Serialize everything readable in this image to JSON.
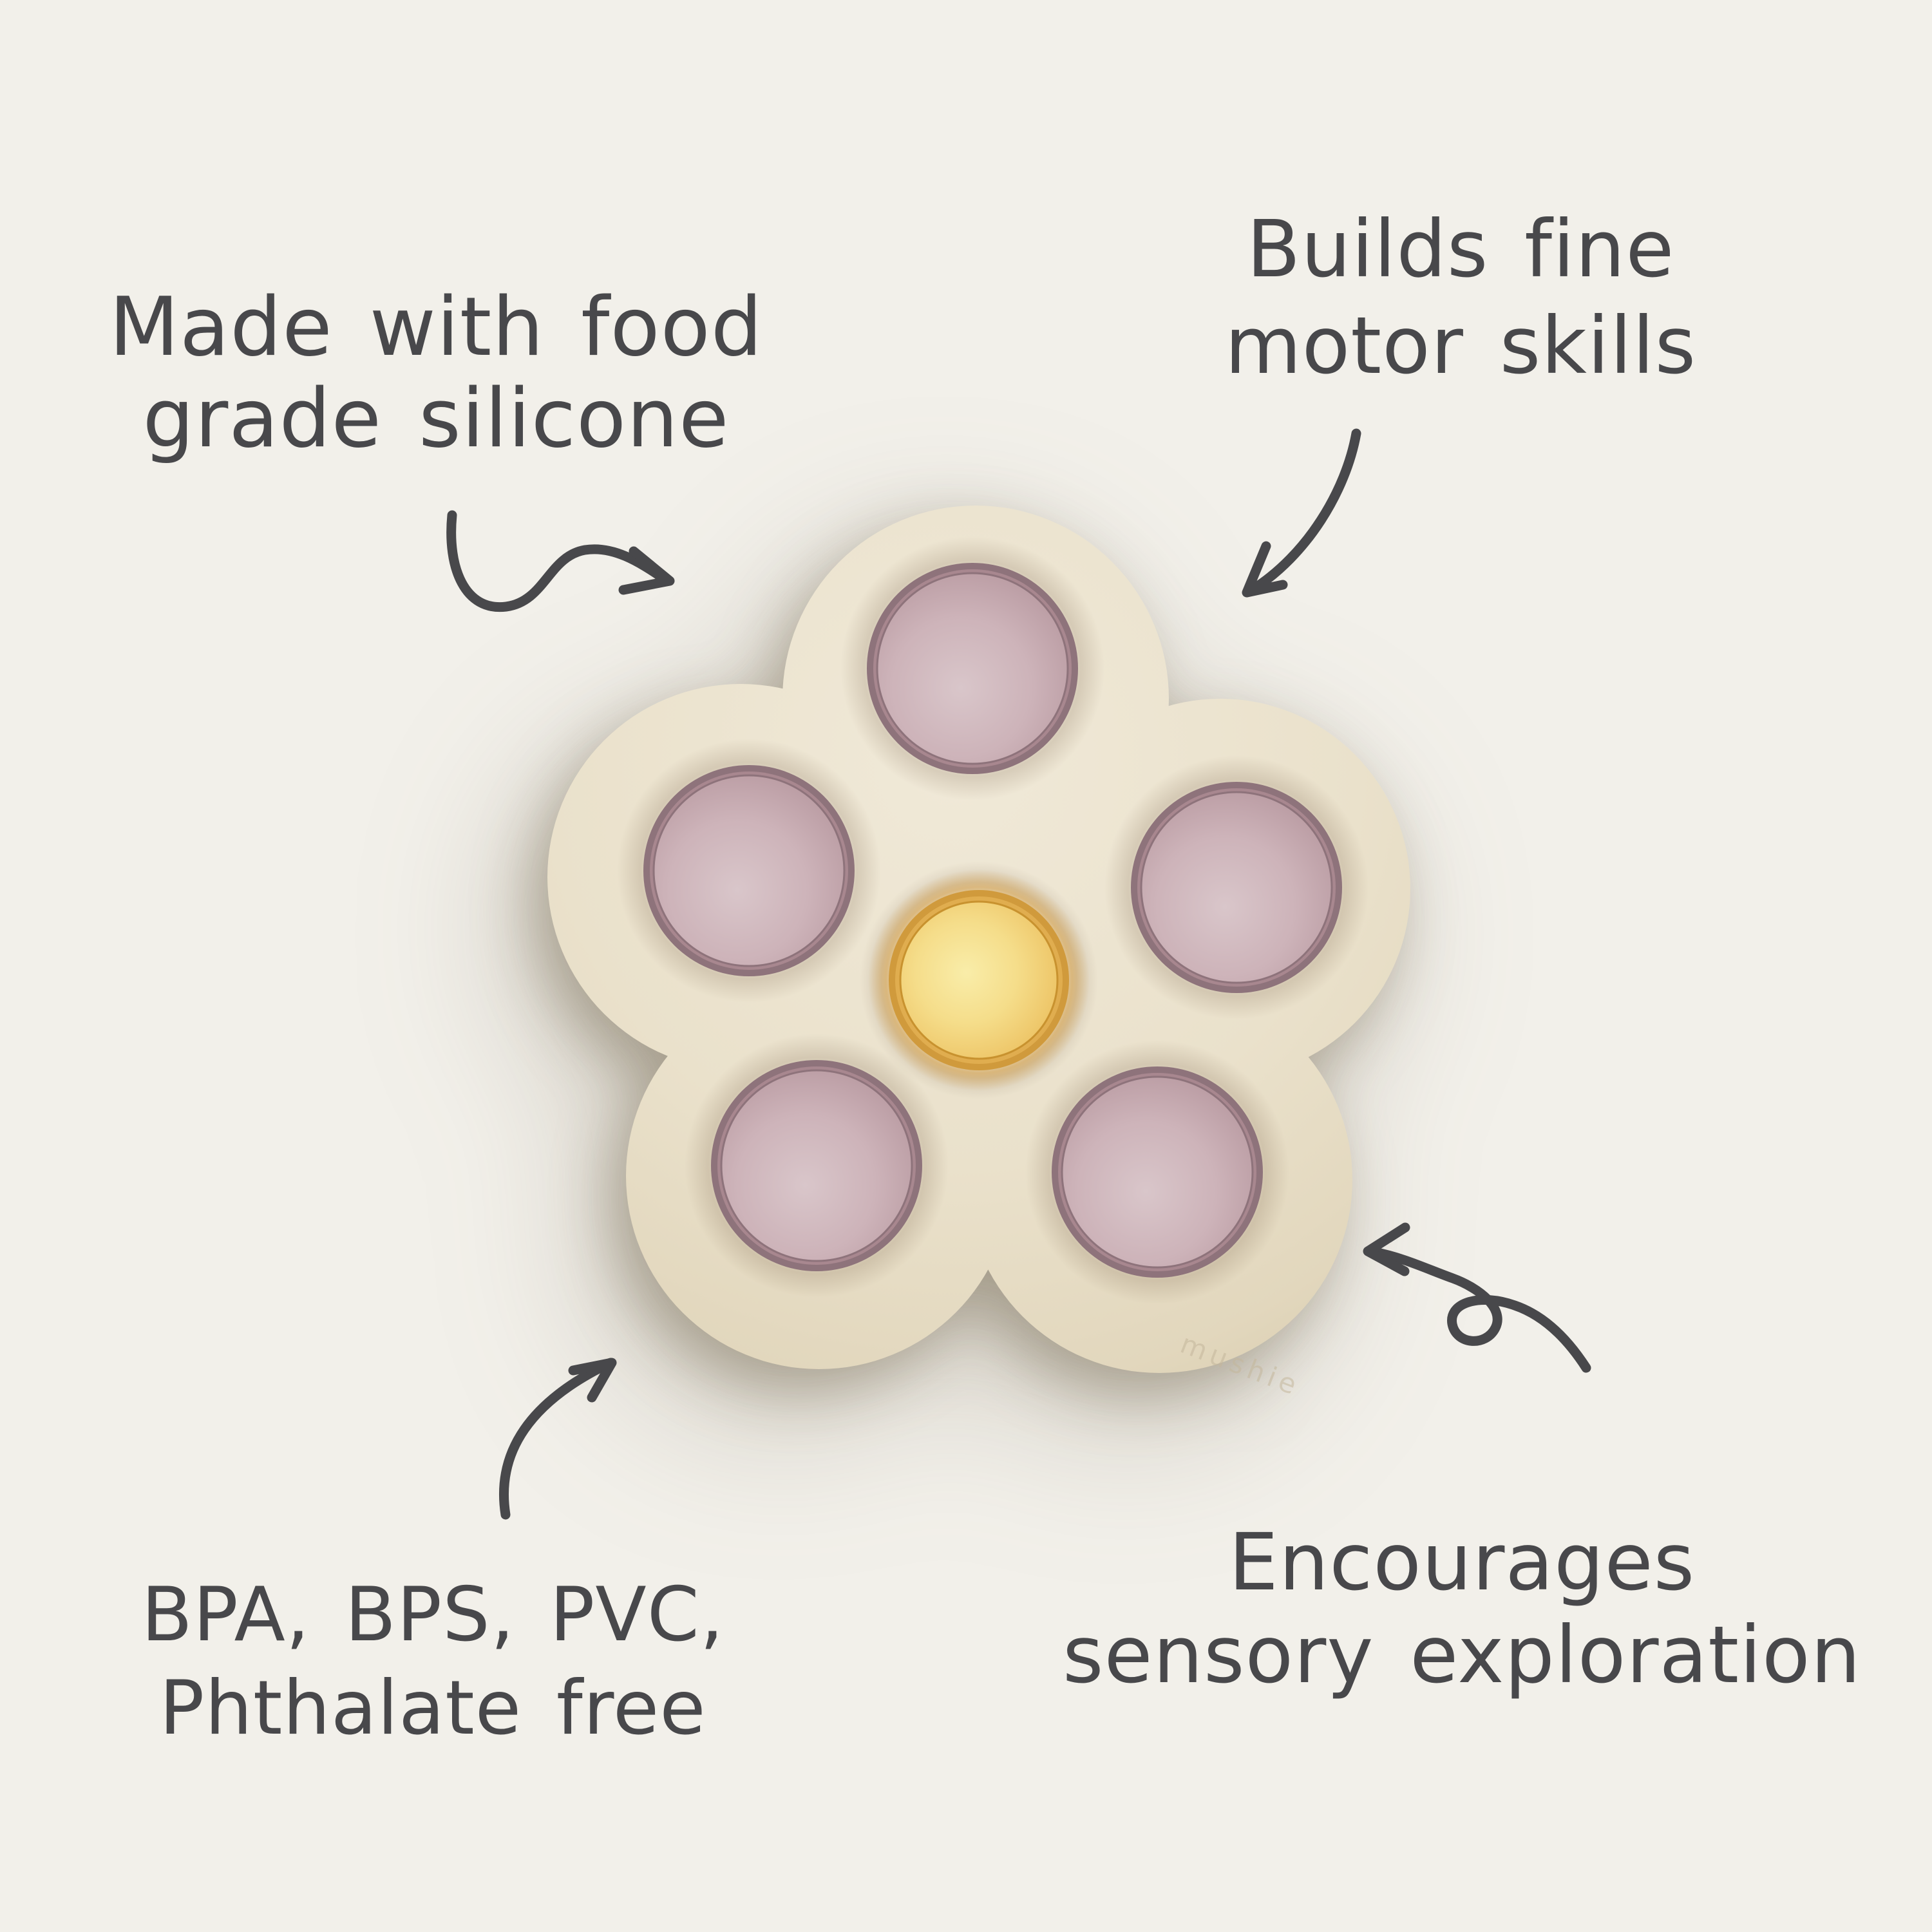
{
  "page": {
    "background_color": "#f2f0ea",
    "ink_color": "#48484b"
  },
  "annotations": {
    "top_left": {
      "line1": "Made with food",
      "line2": "grade silicone"
    },
    "top_right": {
      "line1": "Builds fine",
      "line2": "motor skills"
    },
    "bottom_left": {
      "line1": "BPA, BPS, PVC,",
      "line2": "Phthalate free"
    },
    "bottom_right": {
      "line1": "Encourages",
      "line2": "sensory exploration"
    }
  },
  "toy": {
    "kind": "flower-shaped silicone press pop toy",
    "brand_emboss": "mushie",
    "colors": {
      "base_light": "#f0e9d8",
      "base": "#eae1cb",
      "base_mid": "#e2d7bd",
      "base_dark": "#d8ccae",
      "petal_ring": "#8e737b",
      "petal_ring_band": "#a8878f",
      "petal_dome_light": "#d9c6ca",
      "petal_dome": "#cdb3b9",
      "petal_dome_mid": "#bb9da4",
      "petal_dome_dark": "#a9888f",
      "center_ring": "#d09a3c",
      "center_ring_band": "#e0ad4f",
      "center_dome_light": "#f9eda9",
      "center_dome": "#f5dd8a",
      "center_dome_mid": "#eec76a",
      "center_dome_dark": "#dfa94e",
      "emboss": "#c4b79c"
    }
  }
}
